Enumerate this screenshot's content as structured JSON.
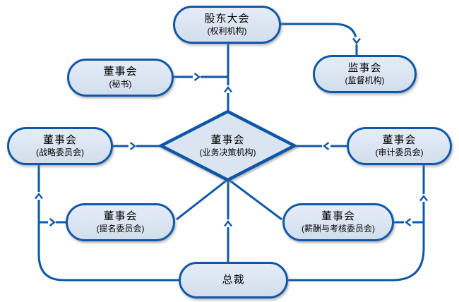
{
  "diagram": {
    "kind": "corporate-governance-structure-flowchart",
    "colors": {
      "line": "#1057a8",
      "node_border": "#1057a8",
      "node_fill": "#dbe5f1",
      "text": "#000000",
      "background": "#ffffff"
    },
    "nodes": {
      "shareholders": {
        "title": "股东大会",
        "subtitle": "(权利机构)"
      },
      "supervisory": {
        "title": "监事会",
        "subtitle": "(监督机构)"
      },
      "secretary": {
        "title": "董事会",
        "subtitle": "(秘书)"
      },
      "board": {
        "title": "董事会",
        "subtitle": "(业务决策机构)"
      },
      "strategy": {
        "title": "董事会",
        "subtitle": "(战略委员会)"
      },
      "audit": {
        "title": "董事会",
        "subtitle": "(审计委员会)"
      },
      "nomination": {
        "title": "董事会",
        "subtitle": "(提名委员会)"
      },
      "remuneration": {
        "title": "董事会",
        "subtitle": "(薪酬与考核委员会)"
      },
      "president": {
        "title": "总裁",
        "subtitle": ""
      }
    },
    "edges": [
      {
        "from": "board",
        "to": "shareholders",
        "arrow": true
      },
      {
        "from": "shareholders",
        "to": "supervisory",
        "arrow": true
      },
      {
        "from": "secretary",
        "to": "board",
        "arrow": true
      },
      {
        "from": "strategy",
        "to": "board",
        "arrow": true
      },
      {
        "from": "audit",
        "to": "board",
        "arrow": true
      },
      {
        "from": "president",
        "to": "board",
        "arrow": true
      },
      {
        "from": "president",
        "to": "strategy",
        "arrow": true
      },
      {
        "from": "president",
        "to": "nomination",
        "arrow": true
      },
      {
        "from": "president",
        "to": "audit",
        "arrow": true
      },
      {
        "from": "president",
        "to": "remuneration",
        "arrow": true
      },
      {
        "from": "board",
        "to": "nomination",
        "arrow": false
      },
      {
        "from": "board",
        "to": "remuneration",
        "arrow": false
      }
    ]
  }
}
